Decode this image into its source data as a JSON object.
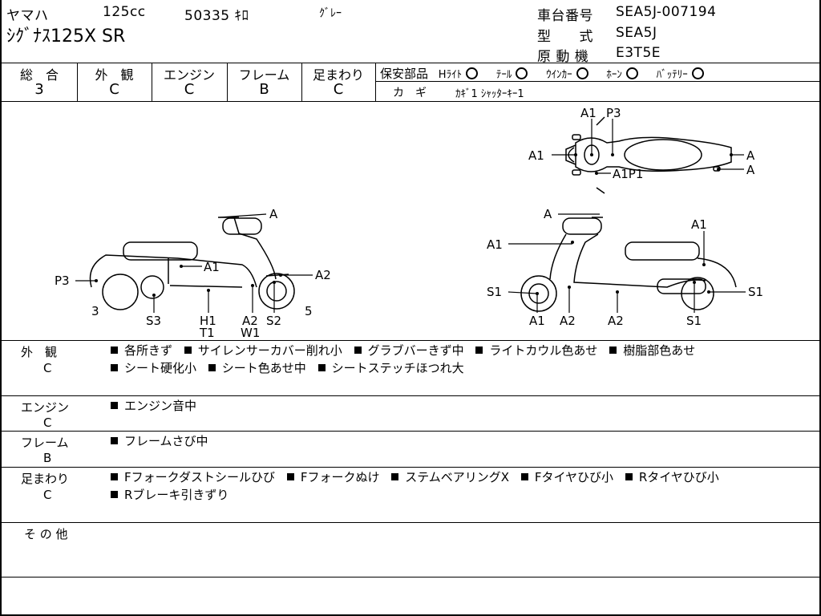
{
  "header": {
    "maker": "ヤマハ",
    "displacement": "125cc",
    "mileage": "50335 ｷﾛ",
    "color": "ｸﾞﾚｰ",
    "model_name": "ｼｸﾞﾅｽ125X SR",
    "frame_no_label": "車台番号",
    "frame_no": "SEA5J-007194",
    "type_label": "型　　式",
    "type_value": "SEA5J",
    "engine_label": "原 動 機",
    "engine_value": "E3T5E"
  },
  "grades": [
    {
      "label": "総　合",
      "value": "3"
    },
    {
      "label": "外　観",
      "value": "C"
    },
    {
      "label": "エンジン",
      "value": "C"
    },
    {
      "label": "フレーム",
      "value": "B"
    },
    {
      "label": "足まわり",
      "value": "C"
    }
  ],
  "safety": {
    "label": "保安部品",
    "items": [
      {
        "label": "Hﾗｲﾄ",
        "mark": "O"
      },
      {
        "label": "ﾃｰﾙ",
        "mark": "O"
      },
      {
        "label": "ｳｲﾝｶｰ",
        "mark": "O"
      },
      {
        "label": "ﾎｰﾝ",
        "mark": "O"
      },
      {
        "label": "ﾊﾞｯﾃﾘｰ",
        "mark": "O"
      }
    ],
    "key_label": "カ　ギ",
    "key_value": "ｶｷﾞ1 ｼｬｯﾀｰｷｰ1"
  },
  "diagram": {
    "top_labels": [
      "A1",
      "P3",
      "A1",
      "A",
      "A",
      "A1P1"
    ],
    "left_labels": [
      "A",
      "A1",
      "P3",
      "A2",
      "3",
      "S3",
      "H1",
      "T1",
      "A2",
      "W1",
      "S2",
      "5"
    ],
    "right_labels": [
      "A",
      "A1",
      "A1",
      "S1",
      "S1",
      "A1",
      "A2",
      "A2",
      "S1"
    ]
  },
  "sections": [
    {
      "title": "外　観",
      "grade": "C",
      "notes": [
        "各所きず",
        "サイレンサーカバー削れ小",
        "グラブバーきず中",
        "ライトカウル色あせ",
        "樹脂部色あせ",
        "シート硬化小",
        "シート色あせ中",
        "シートステッチほつれ大"
      ]
    },
    {
      "title": "エンジン",
      "grade": "C",
      "notes": [
        "エンジン音中"
      ]
    },
    {
      "title": "フレーム",
      "grade": "B",
      "notes": [
        "フレームさび中"
      ]
    },
    {
      "title": "足まわり",
      "grade": "C",
      "notes": [
        "Fフォークダストシールひび",
        "Fフォークぬけ",
        "ステムベアリングX",
        "Fタイヤひび小",
        "Rタイヤひび小",
        "Rブレーキ引きずり"
      ]
    },
    {
      "title": "そ の 他",
      "grade": "",
      "notes": []
    }
  ]
}
